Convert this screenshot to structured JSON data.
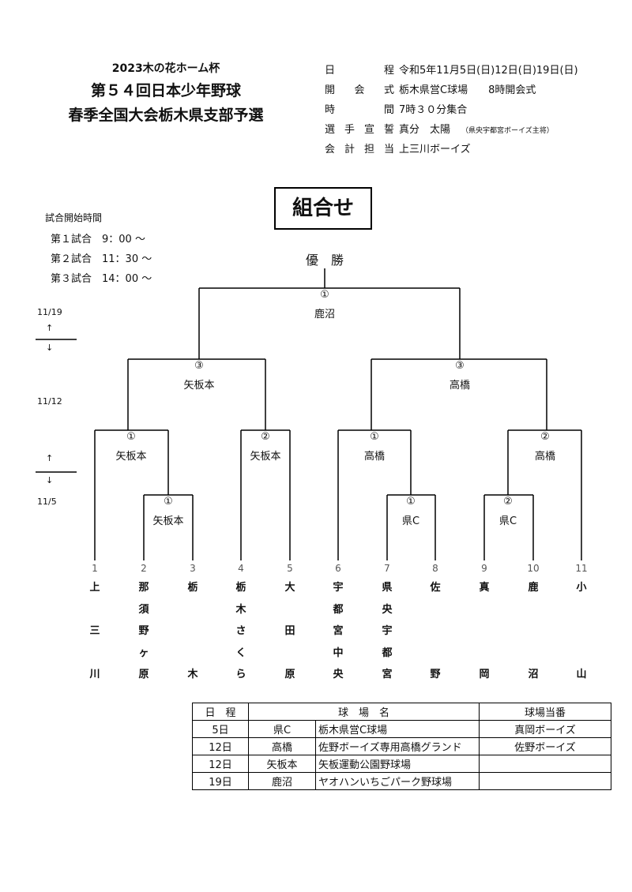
{
  "header": {
    "subtitle": "2023木の花ホーム杯",
    "title1": "第５４回日本少年野球",
    "title2": "春季全国大会栃木県支部予選"
  },
  "info": [
    {
      "key": "日程",
      "value": "令和5年11月5日(日)12日(日)19日(日)"
    },
    {
      "key": "開会式",
      "value": "栃木県営C球場　　8時開会式"
    },
    {
      "key": "時間",
      "value": "7時３０分集合"
    },
    {
      "key": "選手宣誓",
      "value": "真分　太陽",
      "note": "（県央宇都宮ボーイズ主将）"
    },
    {
      "key": "会計担当",
      "value": "上三川ボーイズ"
    }
  ],
  "kumiawase": "組合せ",
  "start_times": {
    "title": "試合開始時間",
    "games": [
      "第１試合　9：00 ～",
      "第２試合　11：30 ～",
      "第３試合　14：00 ～"
    ]
  },
  "rounds": {
    "final_date": "11/19",
    "semi_date": "11/12",
    "first_date": "11/5",
    "up": "↑",
    "down": "↓"
  },
  "champion": "優　勝",
  "matches": {
    "final": {
      "game": "①",
      "venue": "鹿沼"
    },
    "semi_left": {
      "game": "③",
      "venue": "矢板本"
    },
    "semi_right": {
      "game": "③",
      "venue": "高橋"
    },
    "q1": {
      "game": "①",
      "venue": "矢板本"
    },
    "q2": {
      "game": "②",
      "venue": "矢板本"
    },
    "q3": {
      "game": "①",
      "venue": "高橋"
    },
    "q4": {
      "game": "②",
      "venue": "高橋"
    },
    "r1": {
      "game": "①",
      "venue": "矢板本"
    },
    "r2": {
      "game": "①",
      "venue": "県C"
    },
    "r3": {
      "game": "②",
      "venue": "県C"
    }
  },
  "teams": [
    {
      "num": "1",
      "name": [
        "上",
        "",
        "三",
        "",
        "川"
      ]
    },
    {
      "num": "2",
      "name": [
        "那",
        "須",
        "野",
        "ヶ",
        "原"
      ]
    },
    {
      "num": "3",
      "name": [
        "栃",
        "",
        "",
        "",
        "木"
      ]
    },
    {
      "num": "4",
      "name": [
        "栃",
        "木",
        "さ",
        "く",
        "ら"
      ]
    },
    {
      "num": "5",
      "name": [
        "大",
        "",
        "田",
        "",
        "原"
      ]
    },
    {
      "num": "6",
      "name": [
        "宇",
        "都",
        "宮",
        "中",
        "央"
      ]
    },
    {
      "num": "7",
      "name": [
        "県",
        "央",
        "宇",
        "都",
        "宮"
      ]
    },
    {
      "num": "8",
      "name": [
        "佐",
        "",
        "",
        "",
        "野"
      ]
    },
    {
      "num": "9",
      "name": [
        "真",
        "",
        "",
        "",
        "岡"
      ]
    },
    {
      "num": "10",
      "name": [
        "鹿",
        "",
        "",
        "",
        "沼"
      ]
    },
    {
      "num": "11",
      "name": [
        "小",
        "",
        "",
        "",
        "山"
      ]
    }
  ],
  "venue_table": {
    "headers": [
      "日　程",
      "球　場　名",
      "球場当番"
    ],
    "rows": [
      {
        "day": "5日",
        "short": "県C",
        "name": "栃木県営C球場",
        "duty": "真岡ボーイズ"
      },
      {
        "day": "12日",
        "short": "高橋",
        "name": "佐野ボーイズ専用高橋グランド",
        "duty": "佐野ボーイズ"
      },
      {
        "day": "12日",
        "short": "矢板本",
        "name": "矢板運動公園野球場",
        "duty": ""
      },
      {
        "day": "19日",
        "short": "鹿沼",
        "name": "ヤオハンいちごパーク野球場",
        "duty": ""
      }
    ]
  }
}
